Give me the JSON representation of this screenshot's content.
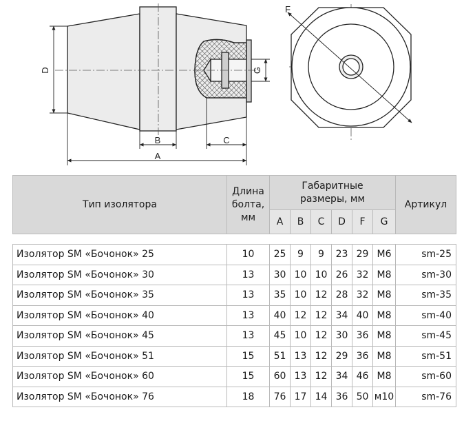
{
  "drawing": {
    "labels": {
      "a": "A",
      "b": "B",
      "c": "C",
      "d": "D",
      "f": "F",
      "g": "G"
    }
  },
  "table": {
    "headers": {
      "type": "Тип изолятора",
      "bolt_length": [
        "Длина",
        "болта,",
        "мм"
      ],
      "dimensions": [
        "Габаритные",
        "размеры, мм"
      ],
      "article": "Артикул",
      "sub": [
        "A",
        "B",
        "C",
        "D",
        "F",
        "G"
      ]
    },
    "rows": [
      {
        "name": "Изолятор SM «Бочонок» 25",
        "bolt": "10",
        "a": "25",
        "b": "9",
        "c": "9",
        "d": "23",
        "f": "29",
        "g": "M6",
        "article": "sm-25"
      },
      {
        "name": "Изолятор SM «Бочонок» 30",
        "bolt": "13",
        "a": "30",
        "b": "10",
        "c": "10",
        "d": "26",
        "f": "32",
        "g": "M8",
        "article": "sm-30"
      },
      {
        "name": "Изолятор SM «Бочонок» 35",
        "bolt": "13",
        "a": "35",
        "b": "10",
        "c": "12",
        "d": "28",
        "f": "32",
        "g": "M8",
        "article": "sm-35"
      },
      {
        "name": "Изолятор SM «Бочонок» 40",
        "bolt": "13",
        "a": "40",
        "b": "12",
        "c": "12",
        "d": "34",
        "f": "40",
        "g": "M8",
        "article": "sm-40"
      },
      {
        "name": "Изолятор SM «Бочонок» 45",
        "bolt": "13",
        "a": "45",
        "b": "10",
        "c": "12",
        "d": "30",
        "f": "36",
        "g": "M8",
        "article": "sm-45"
      },
      {
        "name": "Изолятор SM «Бочонок» 51",
        "bolt": "15",
        "a": "51",
        "b": "13",
        "c": "12",
        "d": "29",
        "f": "36",
        "g": "M8",
        "article": "sm-51"
      },
      {
        "name": "Изолятор SM «Бочонок» 60",
        "bolt": "15",
        "a": "60",
        "b": "13",
        "c": "12",
        "d": "34",
        "f": "46",
        "g": "M8",
        "article": "sm-60"
      },
      {
        "name": "Изолятор SM «Бочонок» 76",
        "bolt": "18",
        "a": "76",
        "b": "17",
        "c": "14",
        "d": "36",
        "f": "50",
        "g": "м10",
        "article": "sm-76"
      }
    ]
  }
}
